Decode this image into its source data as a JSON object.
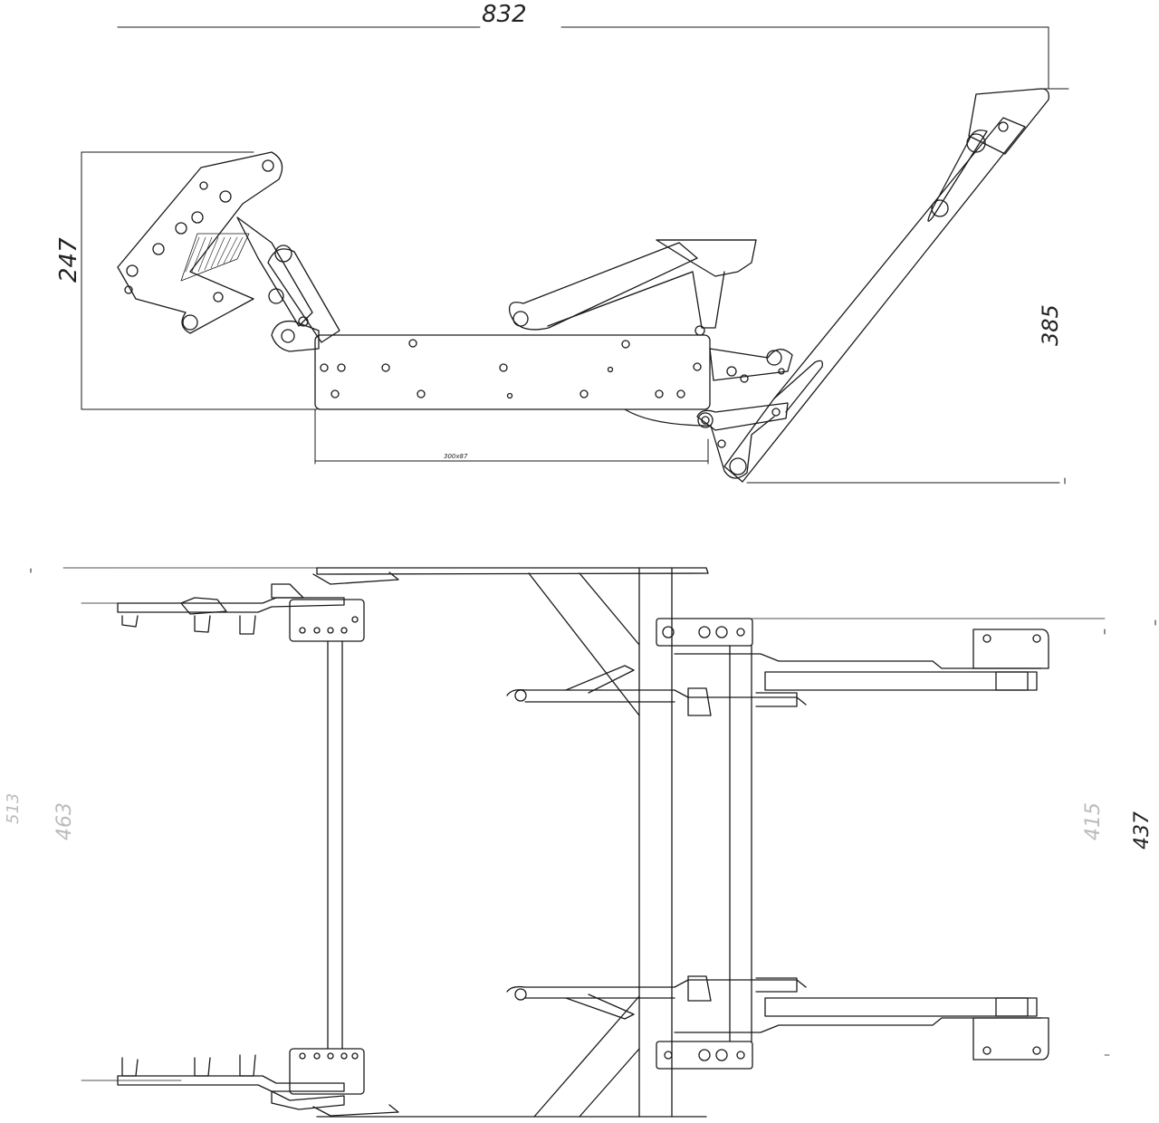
{
  "dimensions": {
    "overall_length": "832",
    "side_height": "247",
    "overall_height": "385",
    "plate_length": "300x87",
    "plan_width_left": "463",
    "plan_width_right_a": "415",
    "plan_width_right_b": "437",
    "plan_width_faint": "513"
  },
  "colors": {
    "line": "#1a1a1a",
    "background": "#ffffff",
    "faint": "#bbbbbb"
  }
}
